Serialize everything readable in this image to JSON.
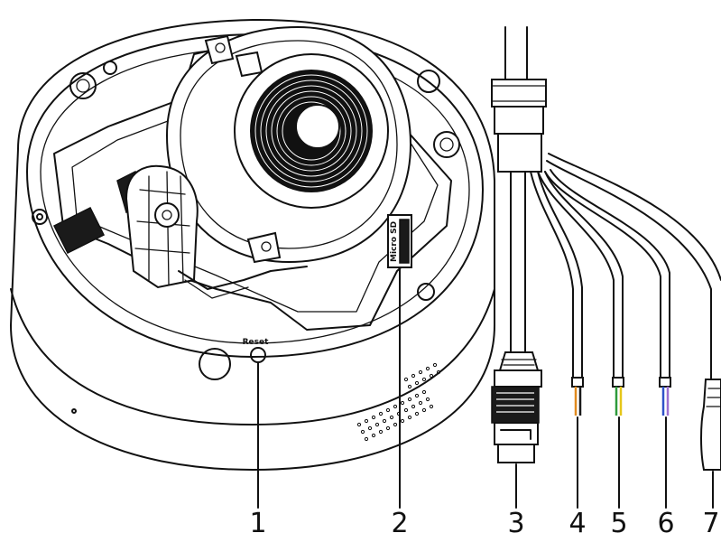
{
  "labels": {
    "reset": "Reset",
    "micro_sd": "Micro SD"
  },
  "callouts": [
    "1",
    "2",
    "3",
    "4",
    "5",
    "6",
    "7"
  ],
  "wire_colors": {
    "wire4": [
      "#e08a1e",
      "#1a1a1a"
    ],
    "wire5": [
      "#2e9a3a",
      "#e6c619"
    ],
    "wire6": [
      "#2f52c9",
      "#9d6fd0"
    ]
  }
}
